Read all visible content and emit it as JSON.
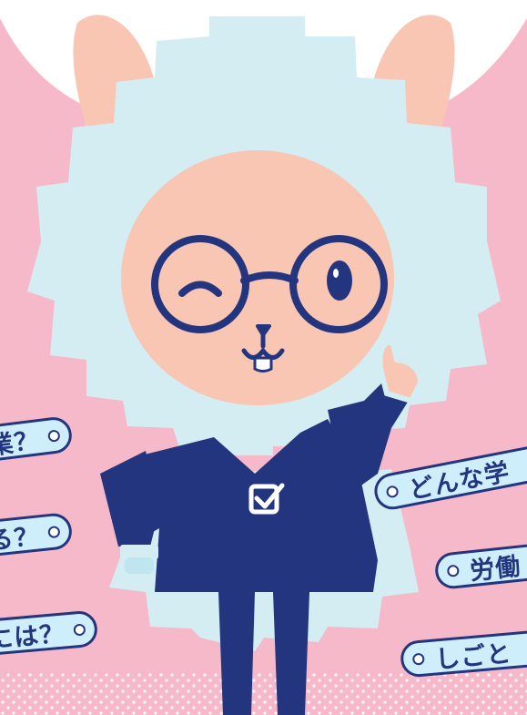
{
  "character": {
    "name_icon": "alpaca-mascot",
    "shirt_emblem_icon": "checkbox-check-icon"
  },
  "colors": {
    "background_pink": "#f5b9c9",
    "dots": "#ffffff",
    "wool": "#d4edf2",
    "face": "#f8c6b3",
    "navy": "#24357f",
    "tag_fill": "#cfeefc"
  },
  "tags_left": [
    {
      "text": "業？"
    },
    {
      "text": "る？"
    },
    {
      "text": "には？"
    }
  ],
  "tags_right": [
    {
      "text": "どんな学"
    },
    {
      "text": "労働"
    },
    {
      "text": "しごと"
    }
  ]
}
